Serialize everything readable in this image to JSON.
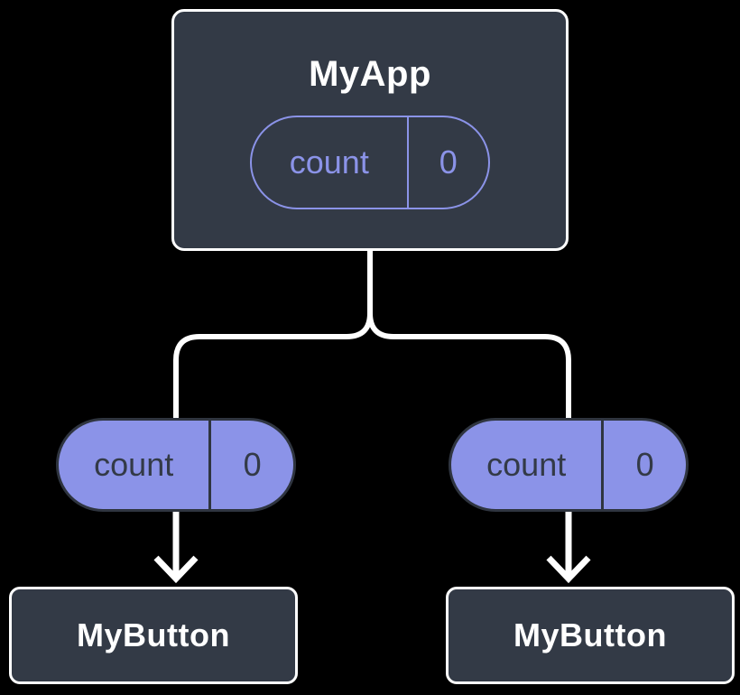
{
  "diagram": {
    "root": {
      "title": "MyApp",
      "state": {
        "name": "count",
        "value": "0"
      }
    },
    "children": [
      {
        "title": "MyButton",
        "state": {
          "name": "count",
          "value": "0"
        }
      },
      {
        "title": "MyButton",
        "state": {
          "name": "count",
          "value": "0"
        }
      }
    ]
  },
  "colors": {
    "background": "#000000",
    "node_fill": "#333A46",
    "node_border": "#FFFFFF",
    "accent_periwinkle": "#8B93E8",
    "pill_dark_border": "#2F3540",
    "pill_dark_text": "#333A47",
    "connector": "#FFFFFF"
  }
}
